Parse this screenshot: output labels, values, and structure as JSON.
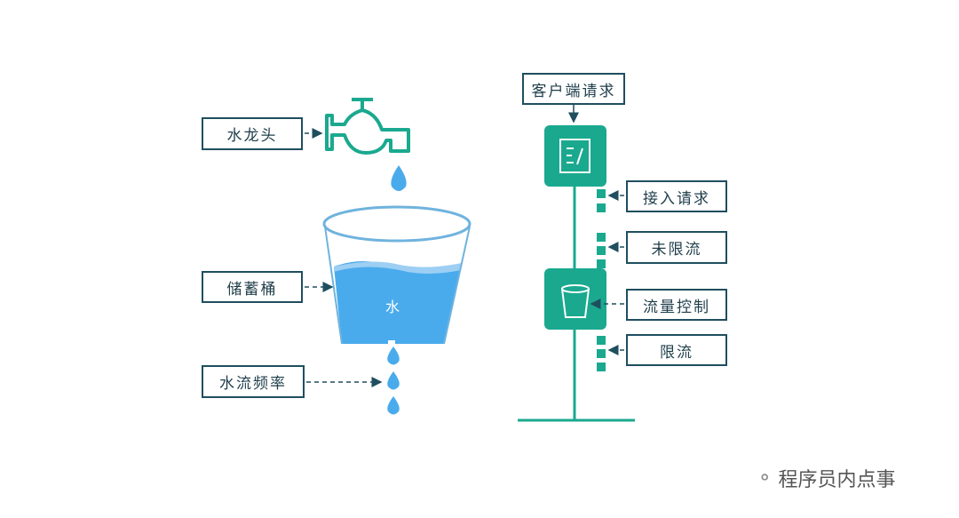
{
  "left": {
    "faucet_label": "水龙头",
    "bucket_label": "储蓄桶",
    "water_label": "水",
    "flow_label": "水流频率"
  },
  "right": {
    "client_label": "客户端请求",
    "accept_label": "接入请求",
    "unlimited_label": "未限流",
    "control_label": "流量控制",
    "limited_label": "限流"
  },
  "watermark": "程序员内点事",
  "colors": {
    "teal": "#1aa98f",
    "water": "#4aabec",
    "outline": "#1f4e5f"
  }
}
